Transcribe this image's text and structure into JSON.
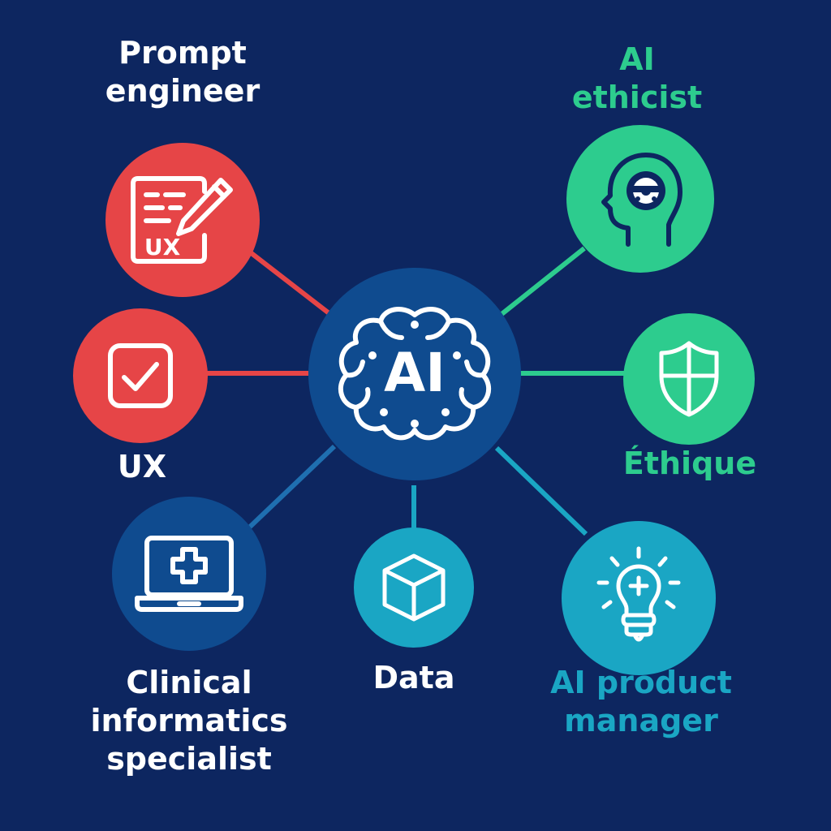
{
  "colors": {
    "background": "#0d2660",
    "red": "#e64547",
    "green": "#2dcc8e",
    "teal": "#1aa6c4",
    "navy_node": "#0f4b8f",
    "hub": "#0f4b8f",
    "icon_stroke": "#ffffff",
    "label_white": "#ffffff"
  },
  "hub": {
    "text": "AI",
    "icon": "brain-icon"
  },
  "nodes": [
    {
      "id": "prompt",
      "label": "Prompt\nengineer",
      "icon": "document-pencil-icon",
      "icon_text": "UX"
    },
    {
      "id": "ux",
      "label": "UX",
      "icon": "checkbox-icon"
    },
    {
      "id": "clinical",
      "label": "Clinical\ninformatics\nspecialist",
      "icon": "laptop-medical-icon"
    },
    {
      "id": "data",
      "label": "Data",
      "icon": "cube-icon"
    },
    {
      "id": "product",
      "label": "AI product\nmanager",
      "icon": "lightbulb-icon"
    },
    {
      "id": "ethique",
      "label": "Éthique",
      "icon": "shield-icon"
    },
    {
      "id": "ethicist",
      "label": "AI\nethicist",
      "icon": "head-gear-icon"
    }
  ]
}
